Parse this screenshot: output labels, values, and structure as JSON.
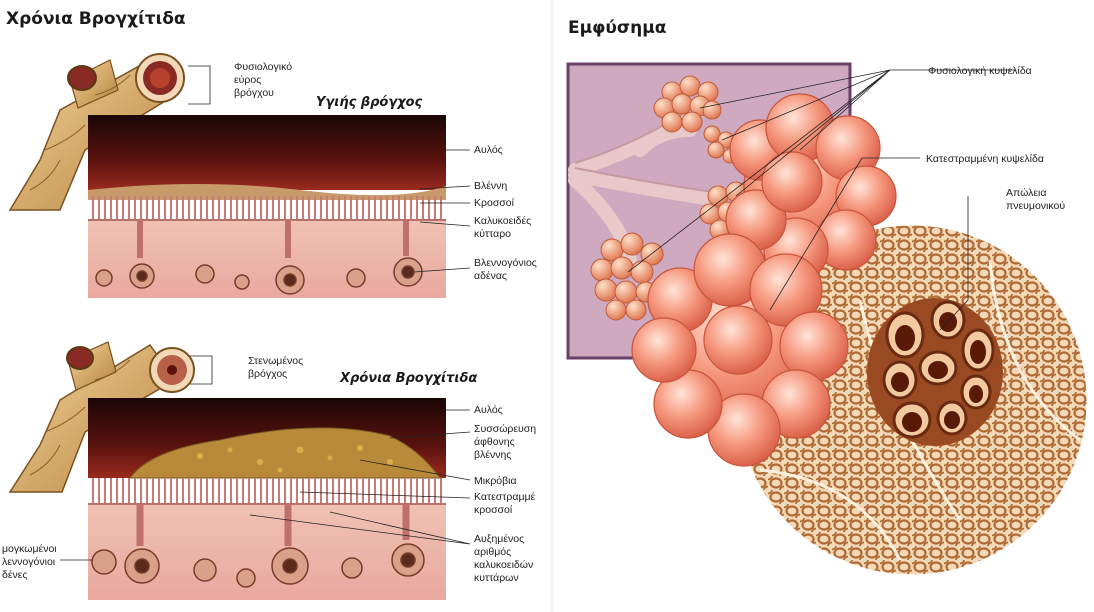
{
  "left_panel": {
    "title": "Χρόνια Βρογχίτιδα",
    "healthy": {
      "subtitle": "Υγιής βρόγχος",
      "bronchus_label": [
        "Φυσιολογικό",
        "εύρος",
        "βρόγχου"
      ],
      "labels": {
        "lumen": [
          "Αυλός"
        ],
        "mucus": [
          "Βλέννη"
        ],
        "cilia": [
          "Κροσσοί"
        ],
        "goblet": [
          "Καλυκοειδές",
          "κύτταρο"
        ],
        "gland": [
          "Βλεννογόνιος",
          "αδένας"
        ]
      }
    },
    "diseased": {
      "subtitle": "Χρόνια Βρογχίτιδα",
      "bronchus_label": [
        "Στενωμένος",
        "βρόγχος"
      ],
      "labels": {
        "lumen": [
          "Αυλός"
        ],
        "mucus": [
          "Συσσώρευση",
          "άφθονης",
          "βλέννης"
        ],
        "microbes": [
          "Μικρόβια"
        ],
        "cilia": [
          "Κατεστραμμέ",
          "κροσσοί"
        ],
        "goblet": [
          "Αυξημένος",
          "αριθμός",
          "καλυκοειδών",
          "κυττάρων"
        ],
        "glands": [
          "μογκωμένοι",
          "λεννογόνιοι",
          "δένες"
        ]
      }
    }
  },
  "right_panel": {
    "title": "Εμφύσημα",
    "labels": {
      "normal_alveolus": [
        "Φυσιολογική κυψελίδα"
      ],
      "damaged_alveolus": [
        "Κατεστραμμένη κυψελίδα"
      ],
      "tissue_loss": [
        "Απώλεια",
        "πνευμονικού"
      ]
    }
  },
  "colors": {
    "lumen": "#7a1a14",
    "mucosa": "#e8b4a8",
    "airway": "#d8a85a",
    "alveoli": "#f08a70",
    "lung_tissue": "#c8834a"
  }
}
